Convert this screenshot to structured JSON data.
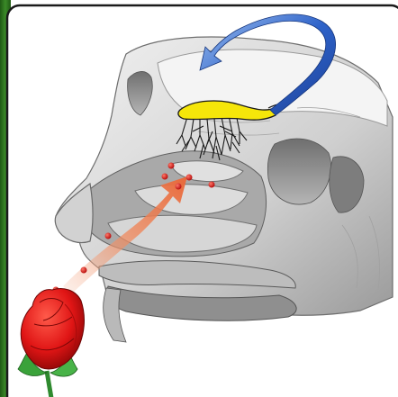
{
  "diagram": {
    "subject": "olfaction-nasal-cavity",
    "elements": {
      "panel": "rounded-white-panel",
      "skull": "sagittal-section-head",
      "bulb": "olfactory-bulb",
      "neurons": "olfactory-receptor-neurons",
      "signal": "blue-curved-arrow",
      "airflow": "orange-airflow-arrow",
      "molecules": "odor-molecules",
      "source": "red-rose"
    },
    "colors": {
      "frame_green": "#2d6b1f",
      "panel_bg": "#ffffff",
      "bone_light": "#e4e4e4",
      "bone_dark": "#8a8a8a",
      "bulb_yellow": "#f5e60a",
      "arrow_blue": "#2f63c9",
      "arrow_orange": "#f08a5e",
      "molecule_red": "#d01818",
      "rose_red": "#e01515",
      "leaf_green": "#3aa23a"
    }
  }
}
